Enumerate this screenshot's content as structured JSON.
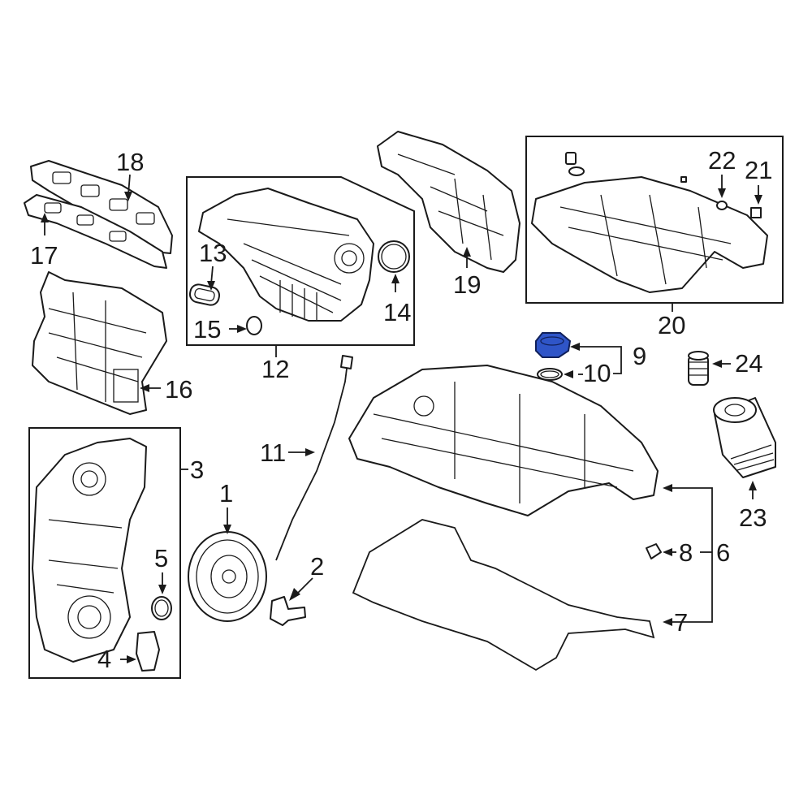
{
  "colors": {
    "line": "#1a1a1a",
    "highlight": "#2f55c8",
    "background": "#ffffff"
  },
  "callouts": {
    "c1": "1",
    "c2": "2",
    "c3": "3",
    "c4": "4",
    "c5": "5",
    "c6": "6",
    "c7": "7",
    "c8": "8",
    "c9": "9",
    "c10": "10",
    "c11": "11",
    "c12": "12",
    "c13": "13",
    "c14": "14",
    "c15": "15",
    "c16": "16",
    "c17": "17",
    "c18": "18",
    "c19": "19",
    "c20": "20",
    "c21": "21",
    "c22": "22",
    "c23": "23",
    "c24": "24"
  },
  "highlighted_part": "9"
}
